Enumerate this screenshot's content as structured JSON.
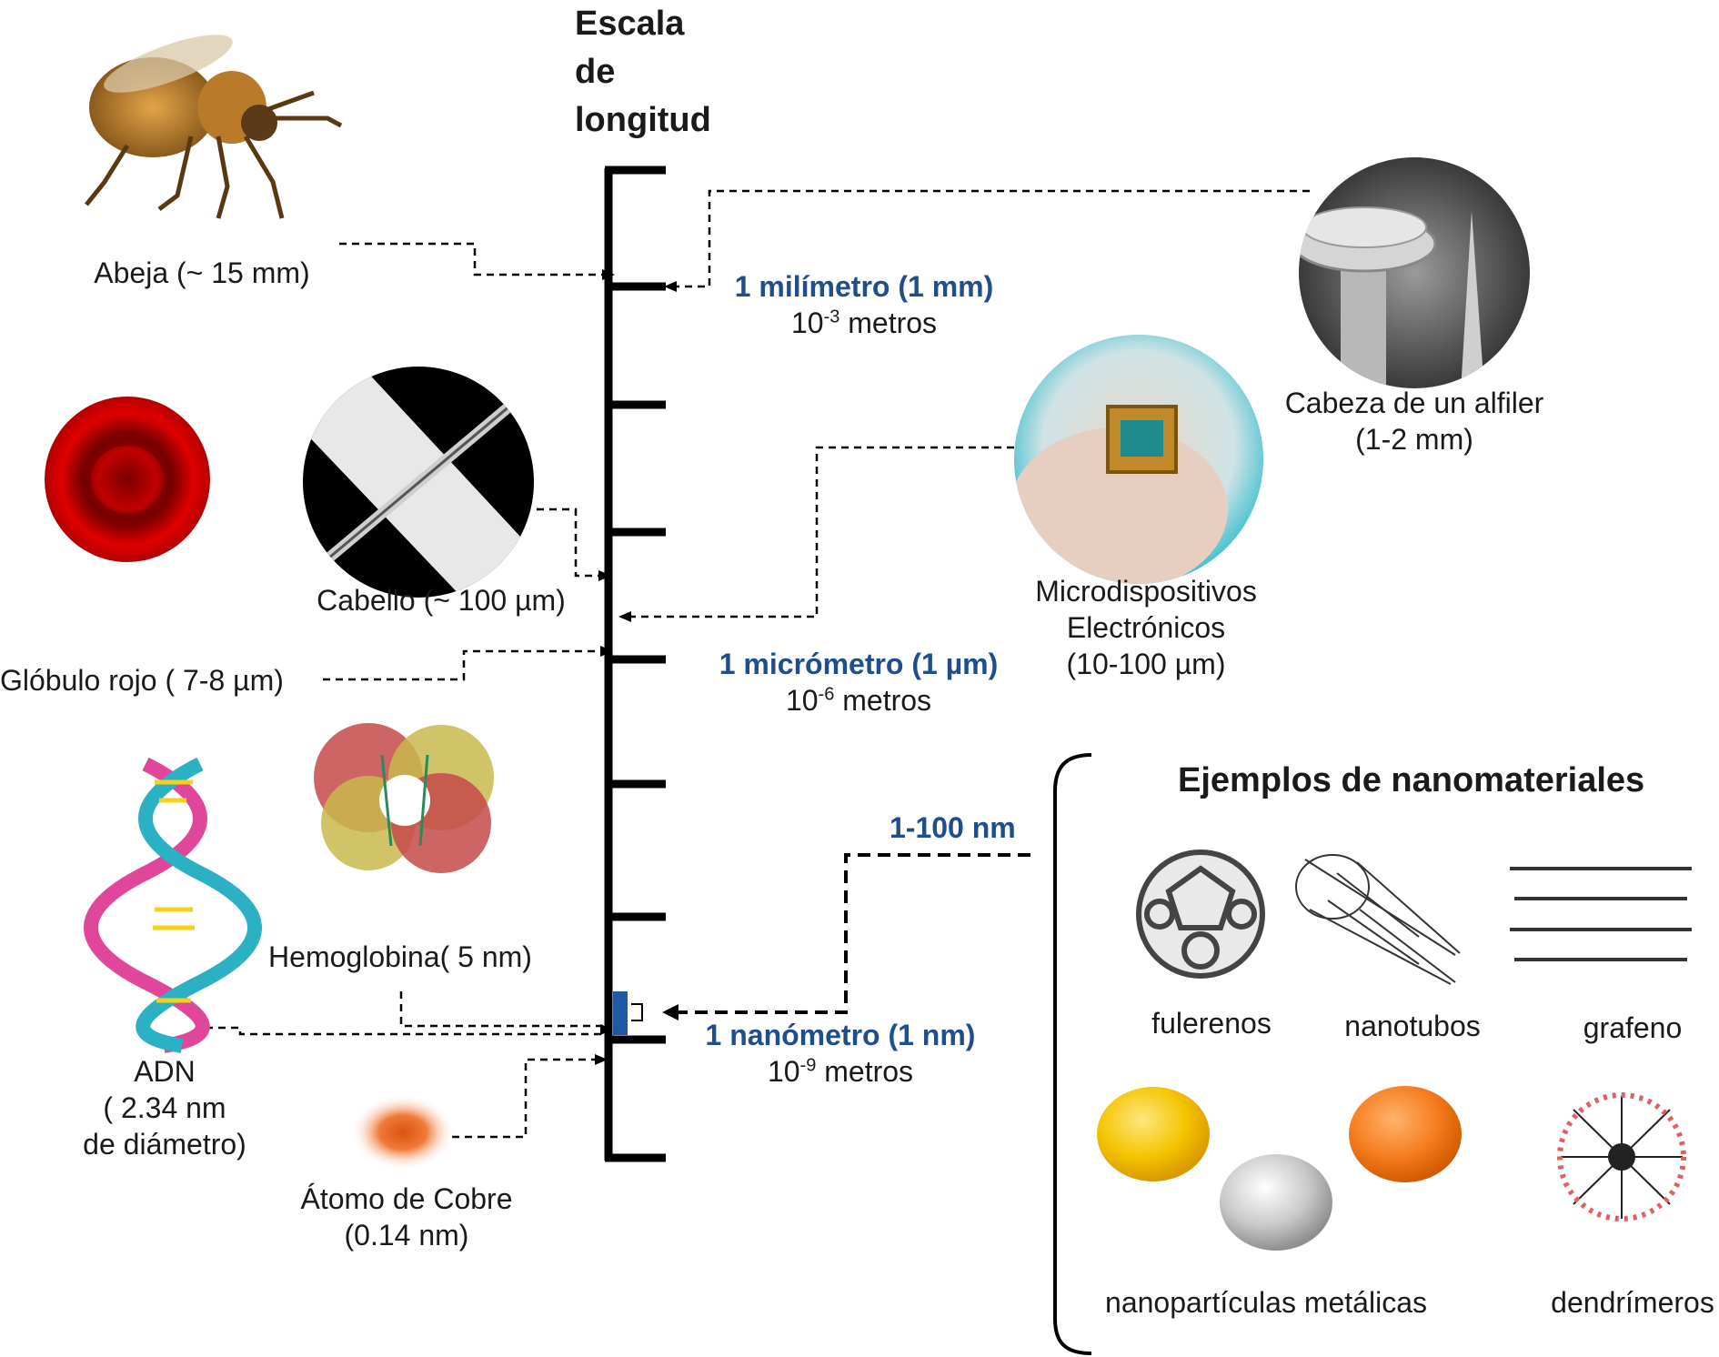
{
  "title_lines": [
    "Escala",
    "de",
    "longitud"
  ],
  "scale_labels": {
    "mm": {
      "name": "1 milímetro (1 mm)",
      "base": "10",
      "exp": "-3",
      "unit": "metros"
    },
    "um": {
      "name": "1 micrómetro (1 µm)",
      "base": "10",
      "exp": "-6",
      "unit": "metros"
    },
    "nm": {
      "name": "1 nanómetro (1 nm)",
      "base": "10",
      "exp": "-9",
      "unit": "metros"
    }
  },
  "range_label": "1-100 nm",
  "left_items": {
    "abeja": "Abeja (~ 15 mm)",
    "cabello": "Cabello (~ 100 µm)",
    "globulo": "Glóbulo rojo ( 7-8 µm)",
    "hemoglobina": "Hemoglobina( 5 nm)",
    "adn": [
      "ADN",
      "( 2.34 nm",
      "de diámetro)"
    ],
    "cobre": [
      "Átomo de Cobre",
      "(0.14 nm)"
    ]
  },
  "right_items": {
    "alfiler": [
      "Cabeza de un alfiler",
      "(1-2 mm)"
    ],
    "micro": [
      "Microdispositivos",
      "Electrónicos",
      "(10-100 µm)"
    ]
  },
  "nano": {
    "heading": "Ejemplos de nanomateriales",
    "fulerenos": "fulerenos",
    "nanotubos": "nanotubos",
    "grafeno": "grafeno",
    "nanoparticulas": "nanopartículas metálicas",
    "dendrimeros": "dendrímeros"
  },
  "colors": {
    "accent_blue": "#1f4e8c",
    "marker": "#1f5aa6"
  }
}
